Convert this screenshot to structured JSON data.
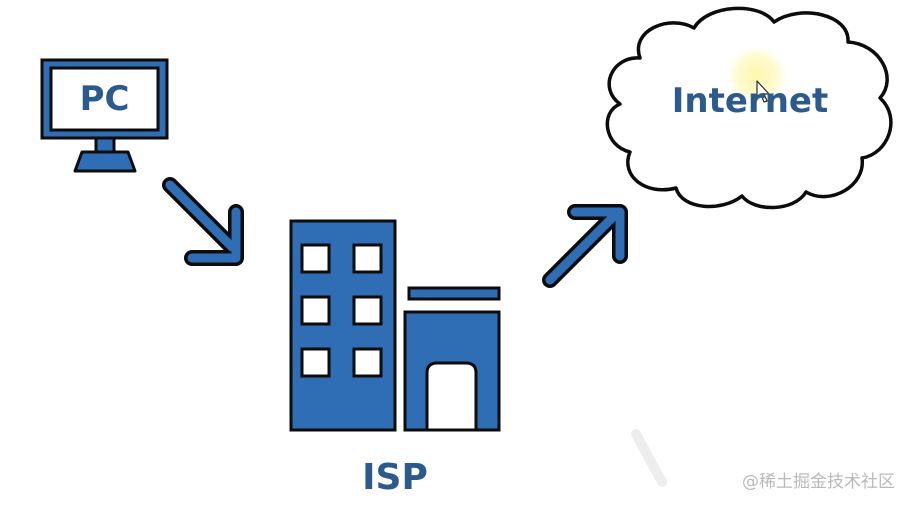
{
  "nodes": {
    "pc": {
      "label": "PC"
    },
    "isp": {
      "label": "ISP"
    },
    "internet": {
      "label": "Internet"
    }
  },
  "watermark": "@稀土掘金技术社区",
  "colors": {
    "primary_blue": "#2f6db5",
    "label_blue": "#2d5a8c",
    "outline": "#0c0c0c",
    "window_white": "#ffffff",
    "cursor_highlight": "#fff7a8",
    "watermark_gray": "#b9b9b9"
  },
  "icons": [
    "monitor-icon",
    "building-icon",
    "cloud-icon",
    "arrow-down-right-icon",
    "arrow-up-right-icon",
    "cursor-icon"
  ]
}
